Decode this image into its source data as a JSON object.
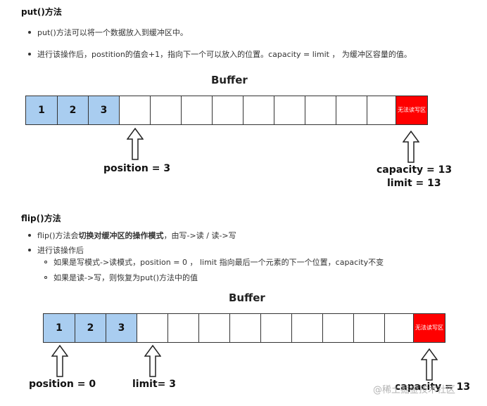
{
  "put": {
    "heading": "put()方法",
    "bullets": [
      "put()方法可以将一个数据放入到缓冲区中。",
      "进行该操作后，postition的值会+1，指向下一个可以放入的位置。capacity = limit ， 为缓冲区容量的值。"
    ],
    "buffer_title": "Buffer",
    "cells": [
      "1",
      "2",
      "3",
      "",
      "",
      "",
      "",
      "",
      "",
      "",
      "",
      "",
      ""
    ],
    "blocked_cell": "无法读写区",
    "position_label": "position = 3",
    "capacity_label": "capacity = 13",
    "limit_label": "limit = 13"
  },
  "flip": {
    "heading": "flip()方法",
    "bullet1_prefix": "flip()方法会",
    "bullet1_bold": "切换对缓冲区的操作模式",
    "bullet1_suffix": "，由写->读 / 读->写",
    "bullet2": "进行该操作后",
    "sub_bullets": [
      "如果是写模式->读模式，position = 0 ， limit 指向最后一个元素的下一个位置，capacity不变",
      "如果是读->写，则恢复为put()方法中的值"
    ],
    "buffer_title": "Buffer",
    "cells": [
      "1",
      "2",
      "3",
      "",
      "",
      "",
      "",
      "",
      "",
      "",
      "",
      "",
      ""
    ],
    "blocked_cell": "无法读写区",
    "position_label": "position = 0",
    "limit_label": "limit= 3",
    "capacity_label": "capacity = 13"
  },
  "watermark": "@稀土掘金技术社区",
  "colors": {
    "filled": "#a9cdf0",
    "blocked": "#ff0000"
  }
}
